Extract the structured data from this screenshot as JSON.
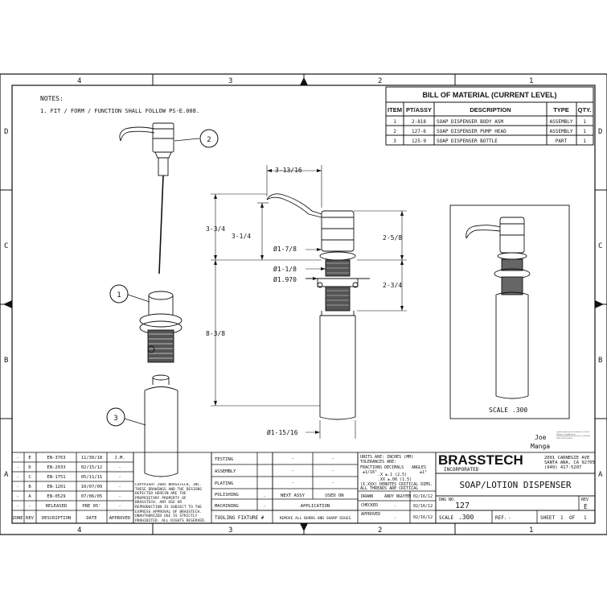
{
  "zones_top": [
    "4",
    "3",
    "2",
    "1"
  ],
  "zones_bottom": [
    "4",
    "3",
    "2",
    "1"
  ],
  "zones_side": [
    "D",
    "C",
    "B",
    "A"
  ],
  "notes_title": "NOTES:",
  "notes": [
    "1.  FIT / FORM / FUNCTION SHALL FOLLOW PS-E.008."
  ],
  "bom": {
    "title": "BILL OF MATERIAL (CURRENT LEVEL)",
    "headers": [
      "ITEM",
      "PT/ASSY",
      "DESCRIPTION",
      "TYPE",
      "QTY."
    ],
    "rows": [
      [
        "1",
        "2-818",
        "SOAP DISPENSER BODY ASM",
        "ASSEMBLY",
        "1"
      ],
      [
        "2",
        "127-6",
        "SOAP DISPENSER PUMP HEAD",
        "ASSEMBLY",
        "1"
      ],
      [
        "3",
        "125-9",
        "SOAP DISPENSER BOTTLE",
        "PART",
        "1"
      ]
    ]
  },
  "balloons": [
    "1",
    "2",
    "3"
  ],
  "dims": {
    "top_width": "3-13/16",
    "total_upper": "3-3/4",
    "spout_height": "3-1/4",
    "head_height": "2-5/8",
    "body_height": "2-3/4",
    "lower_height": "8-3/8",
    "dia_head": "Ø1-7/8",
    "dia_shank": "Ø1-1/8",
    "dia_flange": "Ø1.970",
    "dia_bottle": "Ø1-15/16"
  },
  "detail_scale": "SCALE  .300",
  "signature": {
    "name_line1": "Joe",
    "name_line2": "Manga",
    "note": "Digitally signed by Joe Manga DN: cn=Joe Manga, o, ou=Brasstech, email=jmanga@brasstech.com, c=US Date: 2018.11.30 15:34:23"
  },
  "revisions": {
    "rows": [
      [
        "-",
        "E",
        "EN-3763",
        "11/30/18",
        "J.M."
      ],
      [
        "-",
        "D",
        "EN-2033",
        "02/15/12",
        "-"
      ],
      [
        "-",
        "C",
        "EN-1751",
        "05/11/11",
        "-"
      ],
      [
        "-",
        "B",
        "EN-1201",
        "10/07/09",
        "-"
      ],
      [
        "-",
        "A",
        "EN-0529",
        "07/06/05",
        "-"
      ],
      [
        "-",
        "-",
        "RELEASED",
        "PRE 05'",
        "-"
      ]
    ],
    "headers": [
      "ZONE",
      "REV",
      "DESCRIPTION",
      "DATE",
      "APPROVED"
    ]
  },
  "copyright": "COPYRIGHT 2005 BRASSTECH, INC. THESE DRAWINGS AND THE DESIGNS DEPICTED HEREIN ARE THE PROPRIETARY PROPERTY OF BRASSTECH. ANY USE OR REPRODUCTION IS SUBJECT TO THE EXPRESS APPROVAL OF BRASSTECH. UNAUTHORIZED USE IS STRICTLY PROHIBITED. ALL RIGHTS RESERVED.",
  "process": {
    "rows": [
      "TESTING",
      "ASSEMBLY",
      "PLATING",
      "POLISHING",
      "MACHINING"
    ],
    "fixture": "TOOLING FIXTURE #",
    "next_assy": "NEXT ASSY",
    "used_on": "USED ON",
    "application": "APPLICATION",
    "remove_burrs": "REMOVE ALL BURRS AND SHARP EDGES",
    "dash": "-"
  },
  "tolerances": {
    "units": "UNITS ARE: INCHES  (MM)",
    "tol": "TOLERANCES ARE:",
    "fractions": "FRACTIONS DECIMALS",
    "angles": "ANGLES",
    "frac_val": "±1/16\"",
    "dec1": ".X ±.1  (2.5)",
    "dec2": ".XX ±.06 (1.5)",
    "ang_val": "±1°",
    "critical": "(X.XXX) DENOTES CRITICAL DIMS.",
    "threads": "ALL THREADS ARE CRITICAL"
  },
  "approvals": {
    "drawn_label": "DRAWN",
    "drawn_by": "ANDY NGUYEN",
    "drawn_date": "02/16/12",
    "checked_label": "CHECKED",
    "checked_by": "-",
    "checked_date": "02/16/12",
    "approved_label": "APPROVED",
    "approved_by": "-",
    "approved_date": "02/16/12"
  },
  "company": {
    "name": "BRASSTECH",
    "sub": "INCORPORATED",
    "addr1": "2001 CARNEGIE AVE",
    "addr2": "SANTA ANA, CA 92705",
    "phone": "(949) 417-5207"
  },
  "title": "SOAP/LOTION DISPENSER",
  "dwg_no_label": "DWG NO.",
  "dwg_no": "127",
  "rev_label": "REV",
  "rev": "E",
  "scale_label": "SCALE",
  "scale": ".300",
  "ref_label": "REF.",
  "ref": "-",
  "sheet_label": "SHEET",
  "sheet": "1",
  "of_label": "OF",
  "of": "1"
}
